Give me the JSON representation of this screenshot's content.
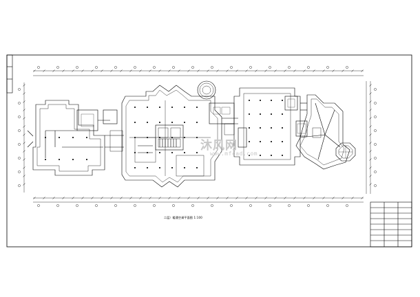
{
  "drawing": {
    "caption": "二层）暖通空调平面图 1:100",
    "watermark": {
      "name": "沐风网",
      "url": "www.mfcad.com"
    },
    "colors": {
      "line": "#000000",
      "background": "#ffffff",
      "watermark": "#c8c8c8"
    }
  }
}
